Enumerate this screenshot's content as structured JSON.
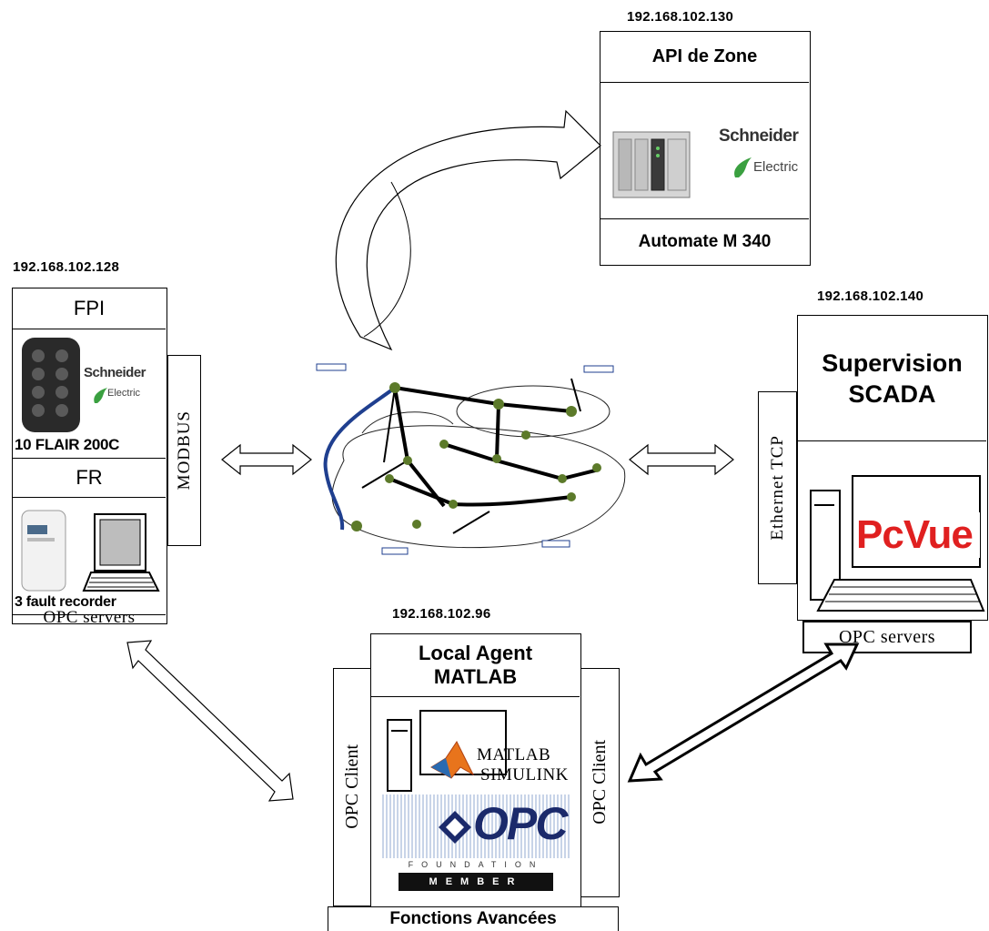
{
  "api_zone": {
    "ip": "192.168.102.130",
    "title": "API de Zone",
    "footer": "Automate M 340",
    "brand_line1": "Schneider",
    "brand_line2": "Electric"
  },
  "fpi_node": {
    "ip": "192.168.102.128",
    "fpi_label": "FPI",
    "brand_line1": "Schneider",
    "brand_line2": "Electric",
    "device_caption": "10 FLAIR 200C",
    "fr_label": "FR",
    "recorder_caption": "3 fault recorder",
    "opc_label": "OPC servers",
    "protocol_label": "MODBUS"
  },
  "scada_node": {
    "ip": "192.168.102.140",
    "title_line1": "Supervision",
    "title_line2": "SCADA",
    "protocol_label": "Ethernet TCP",
    "software_logo": "PcVue",
    "opc_label": "OPC servers"
  },
  "agent_node": {
    "ip": "192.168.102.96",
    "title_line1": "Local Agent",
    "title_line2": "MATLAB",
    "left_client_label": "OPC Client",
    "right_client_label": "OPC Client",
    "matlab_line1": "MATLAB",
    "matlab_line2": "SIMULINK",
    "opc_logo": "OPC",
    "opc_logo_sub": "FOUNDATION",
    "opc_logo_member": "MEMBER",
    "footer": "Fonctions Avancées"
  }
}
